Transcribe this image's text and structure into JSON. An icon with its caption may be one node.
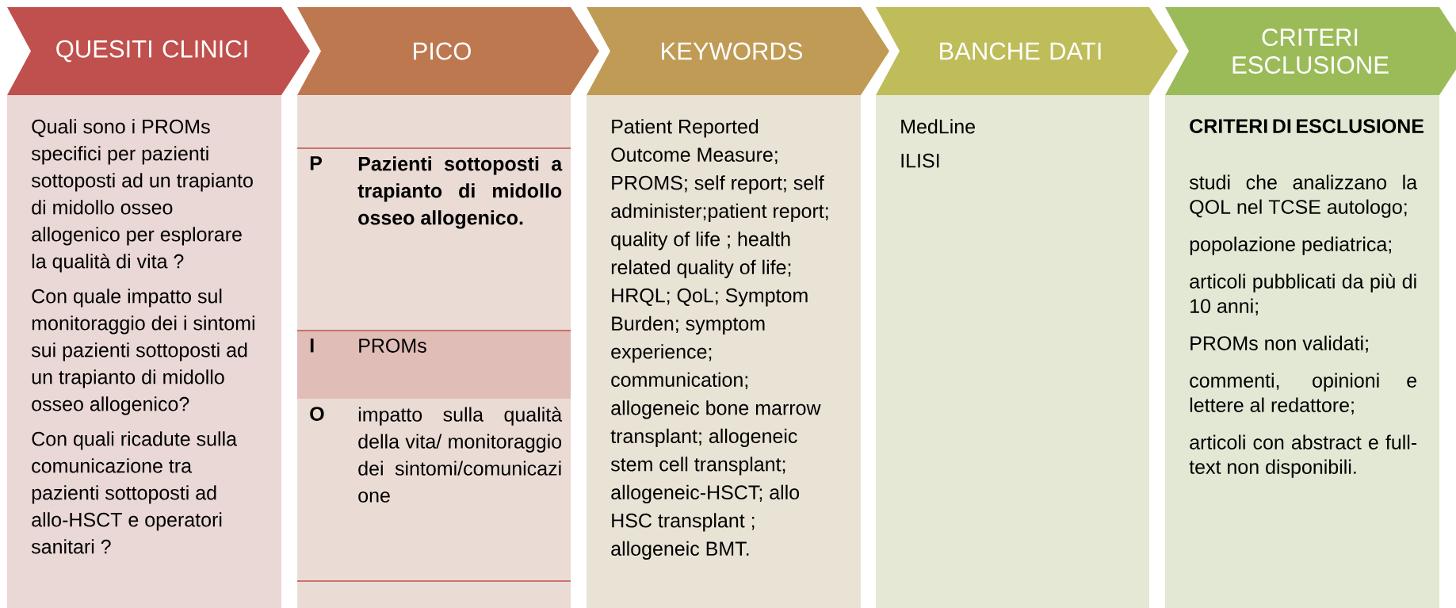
{
  "diagram": {
    "nodes": [
      {
        "text": [
          "QUESITI CLINICI"
        ]
      },
      {
        "text": [
          "PICO"
        ]
      },
      {
        "text": [
          "KEYWORDS"
        ]
      },
      {
        "text": [
          "BANCHE DATI"
        ]
      },
      {
        "text": [
          "CRITERI ESCLUSIONE"
        ]
      },
      {
        "text": [
          "Quali sono i PROMs specifici per pazienti sottoposti ad un trapianto di midollo osseo allogenico per esplorare la qualità di vita ?",
          "Con quale impatto sul monitoraggio dei i sintomi sui pazienti sottoposti ad un trapianto di midollo osseo allogenico?",
          "Con quali ricadute sulla comunicazione tra pazienti sottoposti ad allo-HSCT e operatori sanitari ?"
        ]
      },
      {
        "text": [
          "P",
          "Pazienti sottoposti a trapianto di midollo osseo allogenico.",
          "I",
          "PROMs",
          "O",
          "impatto sulla qualità della vita/ monitoraggio dei sintomi/comunicazi one"
        ]
      },
      {
        "text": [
          "Patient Reported Outcome Measure; PROMS; self report; self administer;patient report; quality of life ; health related quality of life; HRQL; QoL; Symptom Burden; symptom experience; communication; allogeneic bone marrow transplant; allogeneic stem cell transplant; allogeneic-HSCT; allo HSC transplant ; allogeneic BMT."
        ]
      },
      {
        "text": [
          "MedLine",
          "ILISI"
        ]
      },
      {
        "text": [
          "CRITERI DI ESCLUSIONE",
          "studi che analizzano la QOL nel TCSE autologo;",
          "popolazione pediatrica;",
          "articoli pubblicati da più di 10 anni;",
          "PROMs non validati;",
          "commenti, opinioni e lettere al redattore;",
          "articoli con abstract e full-text non disponibili."
        ]
      }
    ]
  }
}
